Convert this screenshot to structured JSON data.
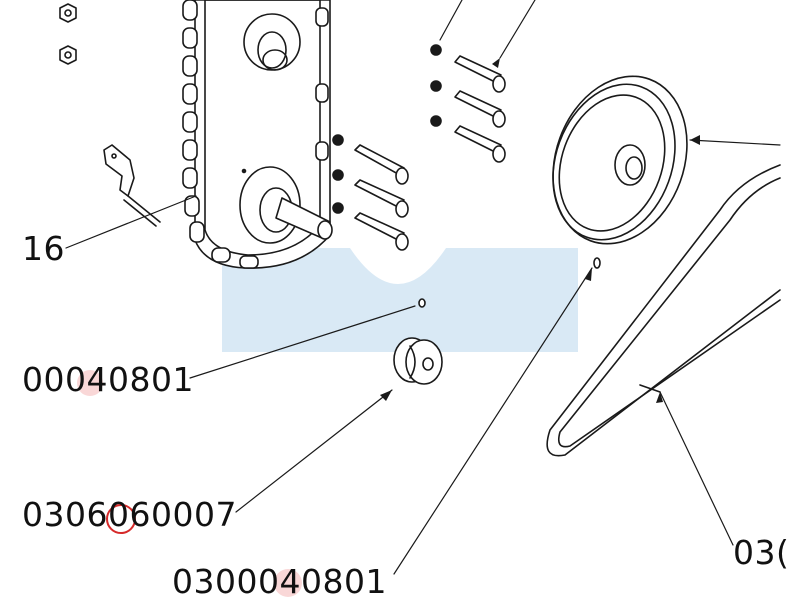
{
  "labels": {
    "part_16": "16",
    "part_00040801": "00040801",
    "part_0306060007": "0306060007",
    "part_0300040801": "0300040801",
    "part_right_cut": "03("
  },
  "colors": {
    "line": "#1a1a1a",
    "watermark": "#cfe3f2",
    "highlight_dot": "#f7c6c6",
    "marker_ring": "#d62a2a"
  }
}
